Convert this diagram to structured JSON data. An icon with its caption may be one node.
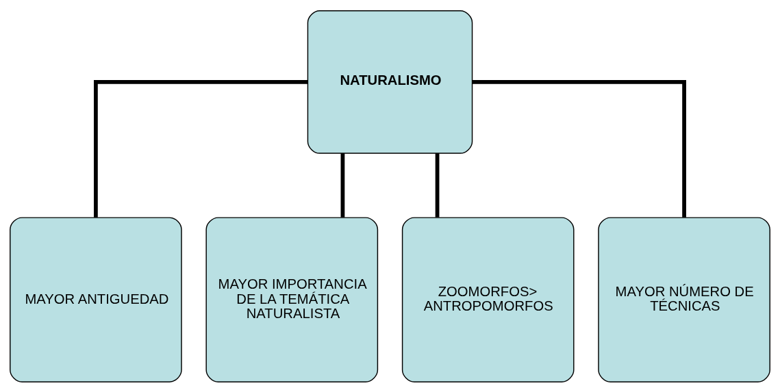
{
  "diagram": {
    "nodes": [
      {
        "text": [
          "NATURALISMO"
        ]
      },
      {
        "text": [
          "MAYOR ANTIGUEDAD"
        ]
      },
      {
        "text": [
          "MAYOR IMPORTANCIA DE LA TEMÁTICA NATURALISTA"
        ]
      },
      {
        "text": [
          "ZOOMORFOS> ANTROPOMORFOS"
        ]
      },
      {
        "text": [
          "MAYOR NÚMERO DE TÉCNICAS"
        ]
      }
    ],
    "edges": [
      {
        "from": 0,
        "to": 1,
        "arrow": "none"
      },
      {
        "from": 0,
        "to": 2,
        "arrow": "none"
      },
      {
        "from": 0,
        "to": 3,
        "arrow": "none"
      },
      {
        "from": 0,
        "to": 4,
        "arrow": "none"
      }
    ]
  }
}
